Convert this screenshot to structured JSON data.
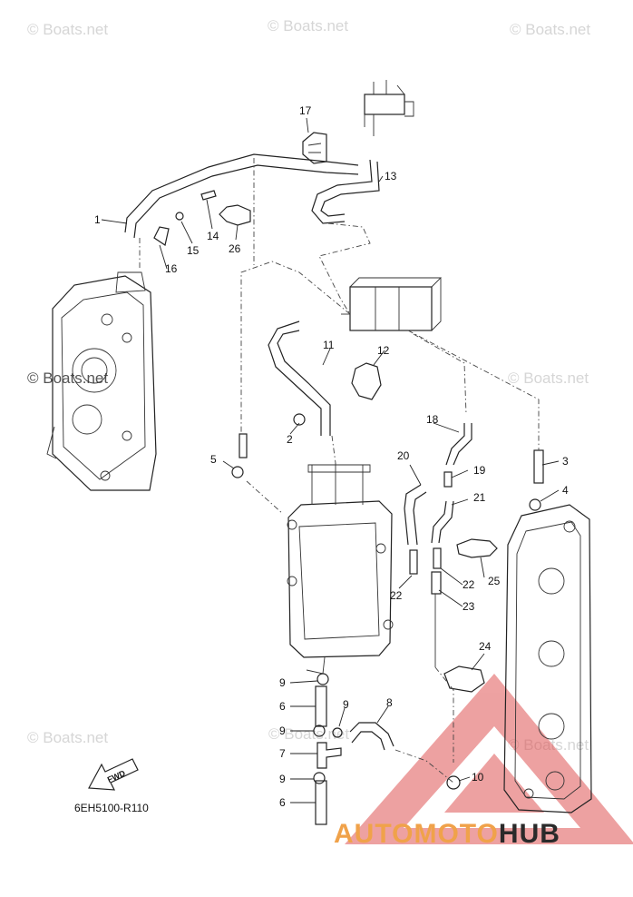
{
  "watermark": "© Boats.net",
  "diagram_code": "6EH5100-R110",
  "fwd_label": "FWD",
  "brand": {
    "part1": "AUTOMOTO",
    "part2": "HUB"
  },
  "callouts": {
    "c1": "1",
    "c2": "2",
    "c3": "3",
    "c4": "4",
    "c5": "5",
    "c6a": "6",
    "c6b": "6",
    "c7": "7",
    "c8": "8",
    "c9a": "9",
    "c9b": "9",
    "c9c": "9",
    "c9d": "9",
    "c10": "10",
    "c11": "11",
    "c12": "12",
    "c13": "13",
    "c14": "14",
    "c15": "15",
    "c16": "16",
    "c17": "17",
    "c18": "18",
    "c19": "19",
    "c20": "20",
    "c21": "21",
    "c22a": "22",
    "c22b": "22",
    "c23": "23",
    "c24": "24",
    "c25": "25",
    "c26": "26"
  }
}
